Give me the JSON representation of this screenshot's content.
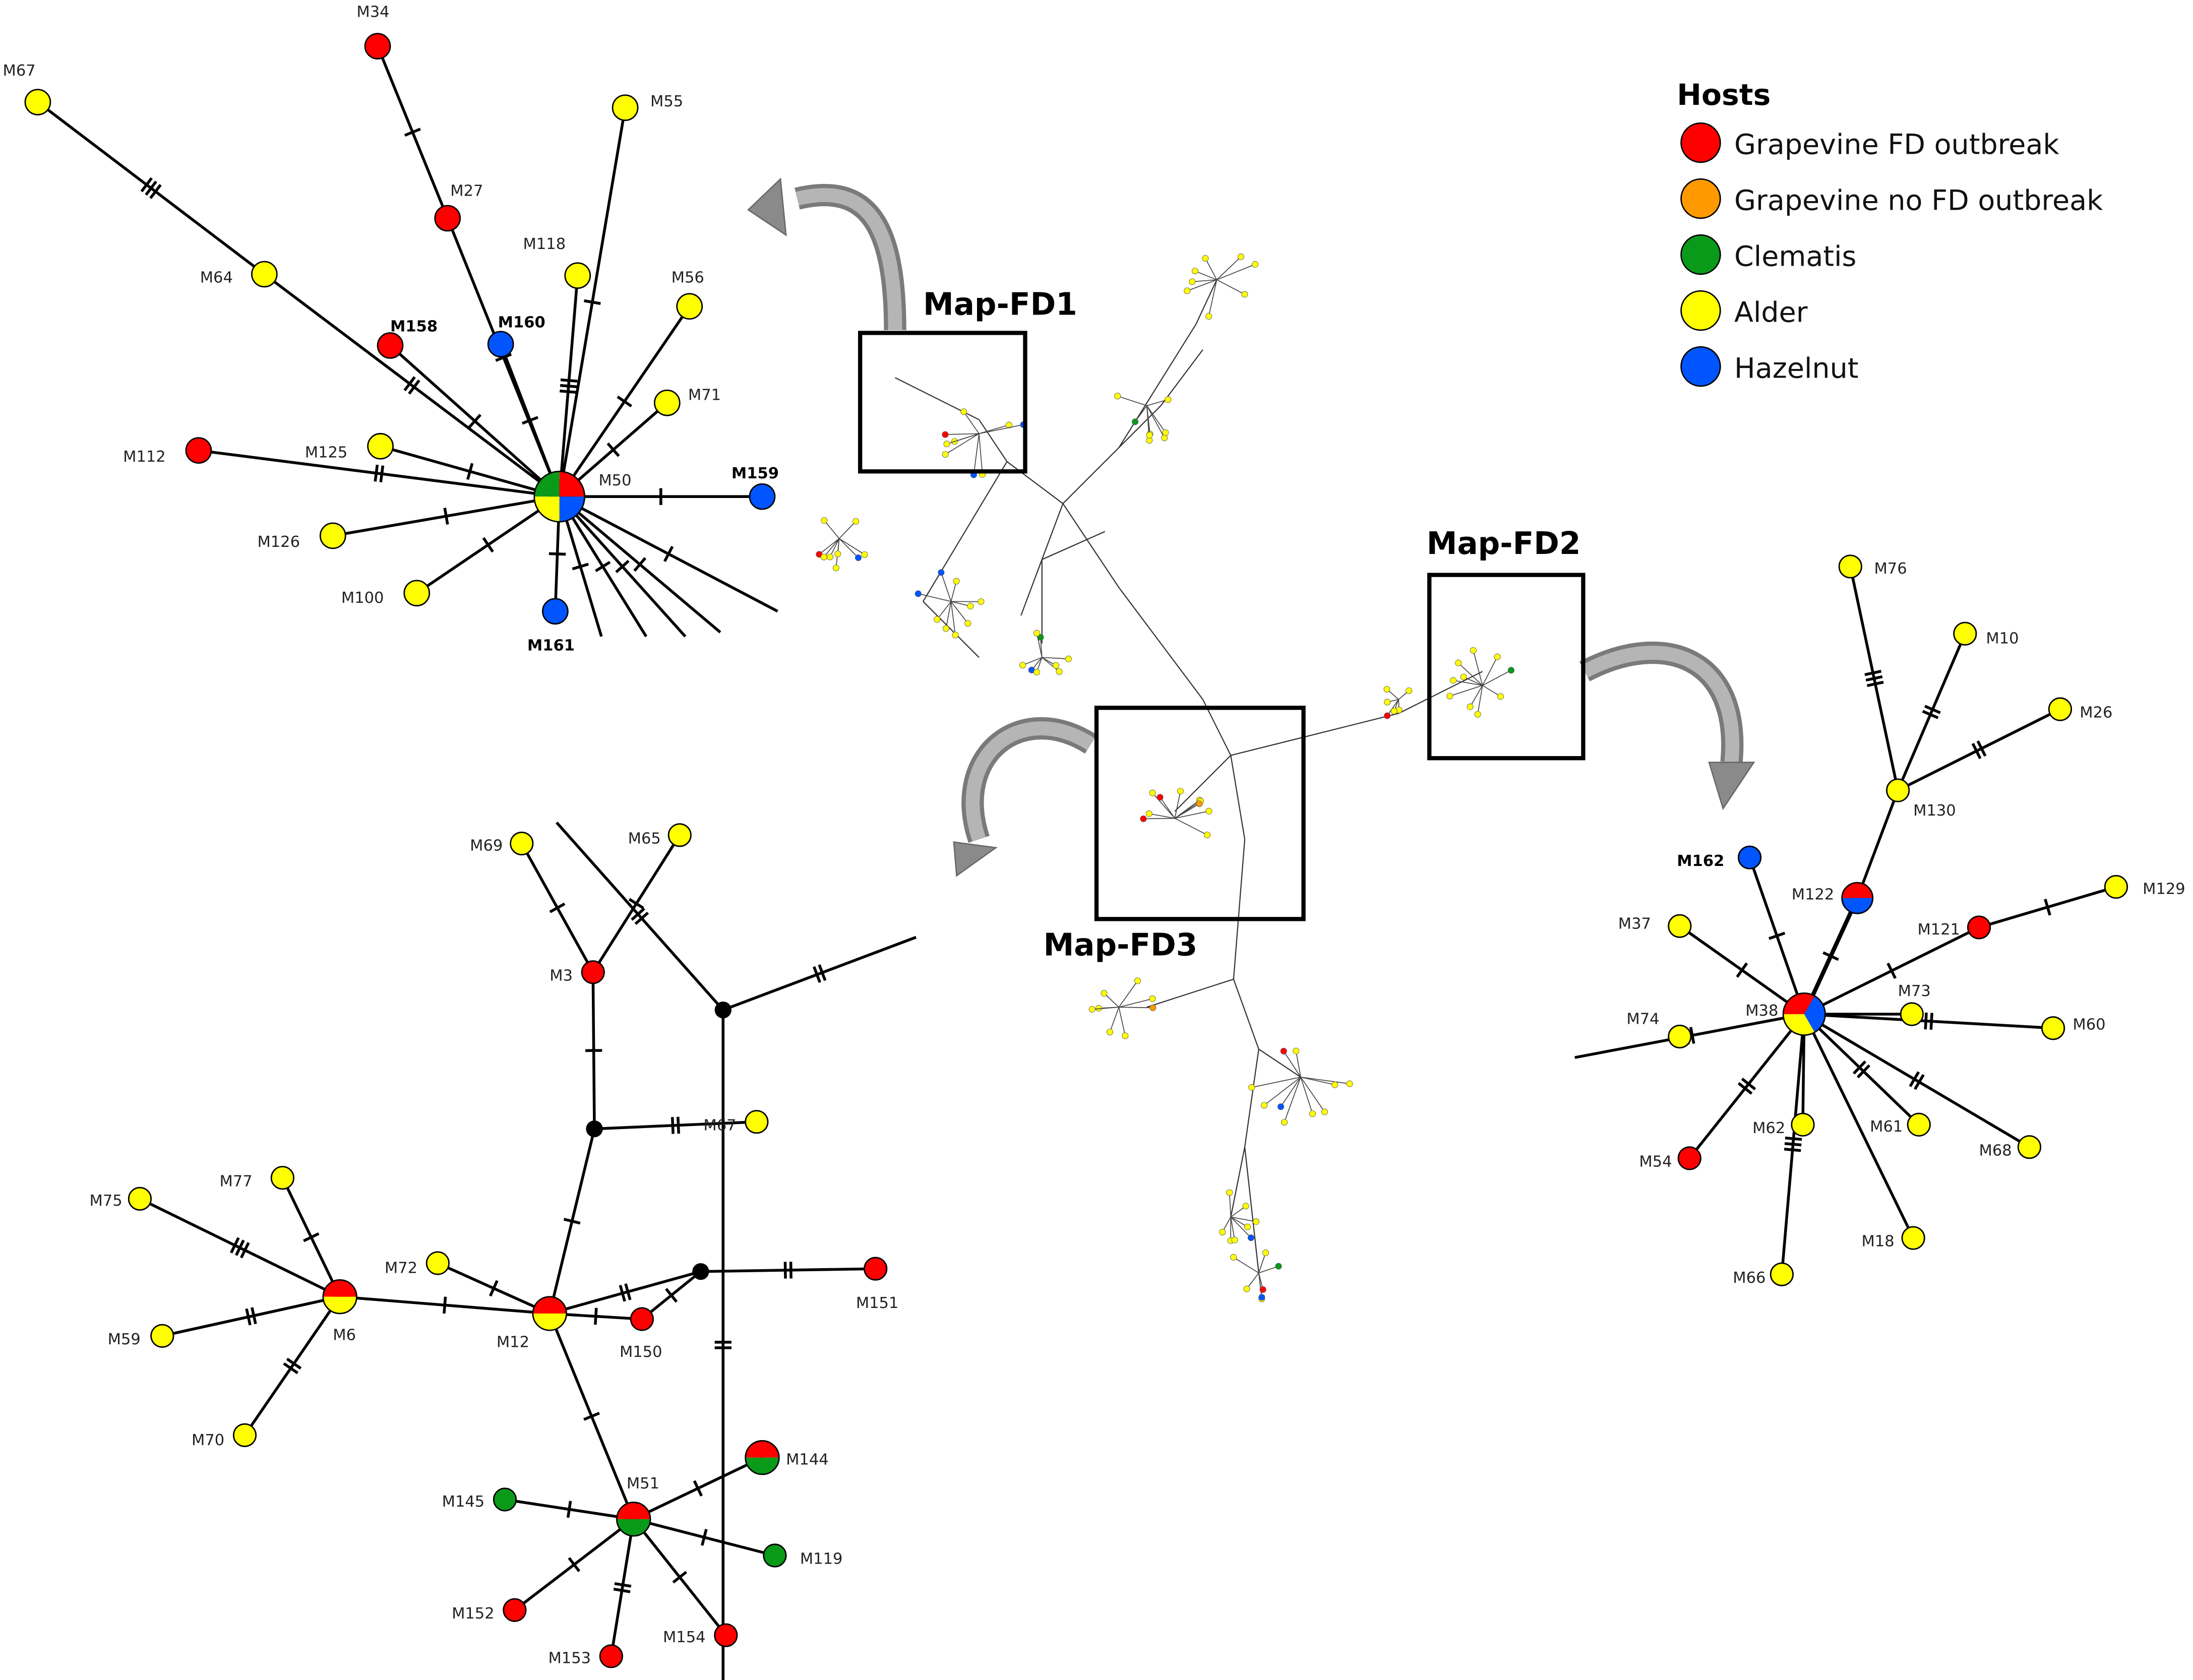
{
  "legend": {
    "title": "Hosts",
    "items": [
      {
        "label": "Grapevine FD outbreak",
        "color": "#ff0000"
      },
      {
        "label": "Grapevine no FD outbreak",
        "color": "#ff9900"
      },
      {
        "label": "Clematis",
        "color": "#0a9a1a"
      },
      {
        "label": "Alder",
        "color": "#ffff00"
      },
      {
        "label": "Hazelnut",
        "color": "#0055ff"
      }
    ]
  },
  "maps": {
    "fd1": "Map-FD1",
    "fd2": "Map-FD2",
    "fd3": "Map-FD3"
  },
  "colors": {
    "grapevine_fd": "#ff0000",
    "grapevine_nofd": "#ff9900",
    "clematis": "#0a9a1a",
    "alder": "#ffff00",
    "hazelnut": "#0055ff",
    "edge": "#000000",
    "arrow": "#8a8a8a"
  },
  "panel_fd1": {
    "nodes": [
      {
        "id": "M50",
        "label": "M50",
        "hosts": [
          "clematis",
          "grapevine_fd",
          "hazelnut",
          "alder"
        ],
        "bold": false
      },
      {
        "id": "M34",
        "label": "M34",
        "hosts": [
          "grapevine_fd"
        ],
        "bold": false
      },
      {
        "id": "M67",
        "label": "M67",
        "hosts": [
          "alder"
        ],
        "bold": false
      },
      {
        "id": "M55",
        "label": "M55",
        "hosts": [
          "alder"
        ],
        "bold": false
      },
      {
        "id": "M27",
        "label": "M27",
        "hosts": [
          "grapevine_fd"
        ],
        "bold": false
      },
      {
        "id": "M118",
        "label": "M118",
        "hosts": [
          "alder"
        ],
        "bold": false
      },
      {
        "id": "M56",
        "label": "M56",
        "hosts": [
          "alder"
        ],
        "bold": false
      },
      {
        "id": "M64",
        "label": "M64",
        "hosts": [
          "alder"
        ],
        "bold": false
      },
      {
        "id": "M160",
        "label": "M160",
        "hosts": [
          "hazelnut"
        ],
        "bold": true
      },
      {
        "id": "M158",
        "label": "M158",
        "hosts": [
          "grapevine_fd"
        ],
        "bold": true
      },
      {
        "id": "M71",
        "label": "M71",
        "hosts": [
          "alder"
        ],
        "bold": false
      },
      {
        "id": "M112",
        "label": "M112",
        "hosts": [
          "grapevine_fd"
        ],
        "bold": false
      },
      {
        "id": "M125",
        "label": "M125",
        "hosts": [
          "alder"
        ],
        "bold": false
      },
      {
        "id": "M159",
        "label": "M159",
        "hosts": [
          "hazelnut"
        ],
        "bold": true
      },
      {
        "id": "M126",
        "label": "M126",
        "hosts": [
          "alder"
        ],
        "bold": false
      },
      {
        "id": "M100",
        "label": "M100",
        "hosts": [
          "alder"
        ],
        "bold": false
      },
      {
        "id": "M161",
        "label": "M161",
        "hosts": [
          "hazelnut"
        ],
        "bold": true
      }
    ]
  },
  "panel_fd2": {
    "nodes": [
      {
        "id": "M38",
        "label": "M38",
        "hosts": [
          "grapevine_fd",
          "hazelnut",
          "alder"
        ],
        "bold": false
      },
      {
        "id": "M76",
        "label": "M76",
        "hosts": [
          "alder"
        ],
        "bold": false
      },
      {
        "id": "M10",
        "label": "M10",
        "hosts": [
          "alder"
        ],
        "bold": false
      },
      {
        "id": "M26",
        "label": "M26",
        "hosts": [
          "alder"
        ],
        "bold": false
      },
      {
        "id": "M130",
        "label": "M130",
        "hosts": [
          "alder"
        ],
        "bold": false
      },
      {
        "id": "M162",
        "label": "M162",
        "hosts": [
          "hazelnut"
        ],
        "bold": true
      },
      {
        "id": "M122",
        "label": "M122",
        "hosts": [
          "grapevine_fd",
          "hazelnut"
        ],
        "bold": false
      },
      {
        "id": "M129",
        "label": "M129",
        "hosts": [
          "alder"
        ],
        "bold": false
      },
      {
        "id": "M37",
        "label": "M37",
        "hosts": [
          "alder"
        ],
        "bold": false
      },
      {
        "id": "M121",
        "label": "M121",
        "hosts": [
          "grapevine_fd"
        ],
        "bold": false
      },
      {
        "id": "M73",
        "label": "M73",
        "hosts": [
          "alder"
        ],
        "bold": false
      },
      {
        "id": "M74",
        "label": "M74",
        "hosts": [
          "alder"
        ],
        "bold": false
      },
      {
        "id": "M60",
        "label": "M60",
        "hosts": [
          "alder"
        ],
        "bold": false
      },
      {
        "id": "M62",
        "label": "M62",
        "hosts": [
          "alder"
        ],
        "bold": false
      },
      {
        "id": "M61",
        "label": "M61",
        "hosts": [
          "alder"
        ],
        "bold": false
      },
      {
        "id": "M54",
        "label": "M54",
        "hosts": [
          "grapevine_fd"
        ],
        "bold": false
      },
      {
        "id": "M68",
        "label": "M68",
        "hosts": [
          "alder"
        ],
        "bold": false
      },
      {
        "id": "M18",
        "label": "M18",
        "hosts": [
          "alder"
        ],
        "bold": false
      },
      {
        "id": "M66",
        "label": "M66",
        "hosts": [
          "alder"
        ],
        "bold": false
      }
    ]
  },
  "panel_fd3": {
    "nodes": [
      {
        "id": "M69",
        "label": "M69",
        "hosts": [
          "alder"
        ],
        "bold": false
      },
      {
        "id": "M65",
        "label": "M65",
        "hosts": [
          "alder"
        ],
        "bold": false
      },
      {
        "id": "M3",
        "label": "M3",
        "hosts": [
          "grapevine_fd"
        ],
        "bold": false
      },
      {
        "id": "M67b",
        "label": "M67",
        "hosts": [
          "alder"
        ],
        "bold": false
      },
      {
        "id": "M77",
        "label": "M77",
        "hosts": [
          "alder"
        ],
        "bold": false
      },
      {
        "id": "M75",
        "label": "M75",
        "hosts": [
          "alder"
        ],
        "bold": false
      },
      {
        "id": "M72",
        "label": "M72",
        "hosts": [
          "alder"
        ],
        "bold": false
      },
      {
        "id": "M151",
        "label": "M151",
        "hosts": [
          "grapevine_fd"
        ],
        "bold": false
      },
      {
        "id": "M6",
        "label": "M6",
        "hosts": [
          "grapevine_fd",
          "alder"
        ],
        "bold": false
      },
      {
        "id": "M12",
        "label": "M12",
        "hosts": [
          "grapevine_fd",
          "alder"
        ],
        "bold": false
      },
      {
        "id": "M150",
        "label": "M150",
        "hosts": [
          "grapevine_fd"
        ],
        "bold": false
      },
      {
        "id": "M59",
        "label": "M59",
        "hosts": [
          "alder"
        ],
        "bold": false
      },
      {
        "id": "M70",
        "label": "M70",
        "hosts": [
          "alder"
        ],
        "bold": false
      },
      {
        "id": "M144",
        "label": "M144",
        "hosts": [
          "grapevine_fd",
          "clematis"
        ],
        "bold": false
      },
      {
        "id": "M51",
        "label": "M51",
        "hosts": [
          "grapevine_fd",
          "clematis"
        ],
        "bold": false
      },
      {
        "id": "M145",
        "label": "M145",
        "hosts": [
          "clematis"
        ],
        "bold": false
      },
      {
        "id": "M119",
        "label": "M119",
        "hosts": [
          "clematis"
        ],
        "bold": false
      },
      {
        "id": "M152",
        "label": "M152",
        "hosts": [
          "grapevine_fd"
        ],
        "bold": false
      },
      {
        "id": "M153",
        "label": "M153",
        "hosts": [
          "grapevine_fd"
        ],
        "bold": false
      },
      {
        "id": "M154",
        "label": "M154",
        "hosts": [
          "grapevine_fd"
        ],
        "bold": false
      }
    ]
  }
}
